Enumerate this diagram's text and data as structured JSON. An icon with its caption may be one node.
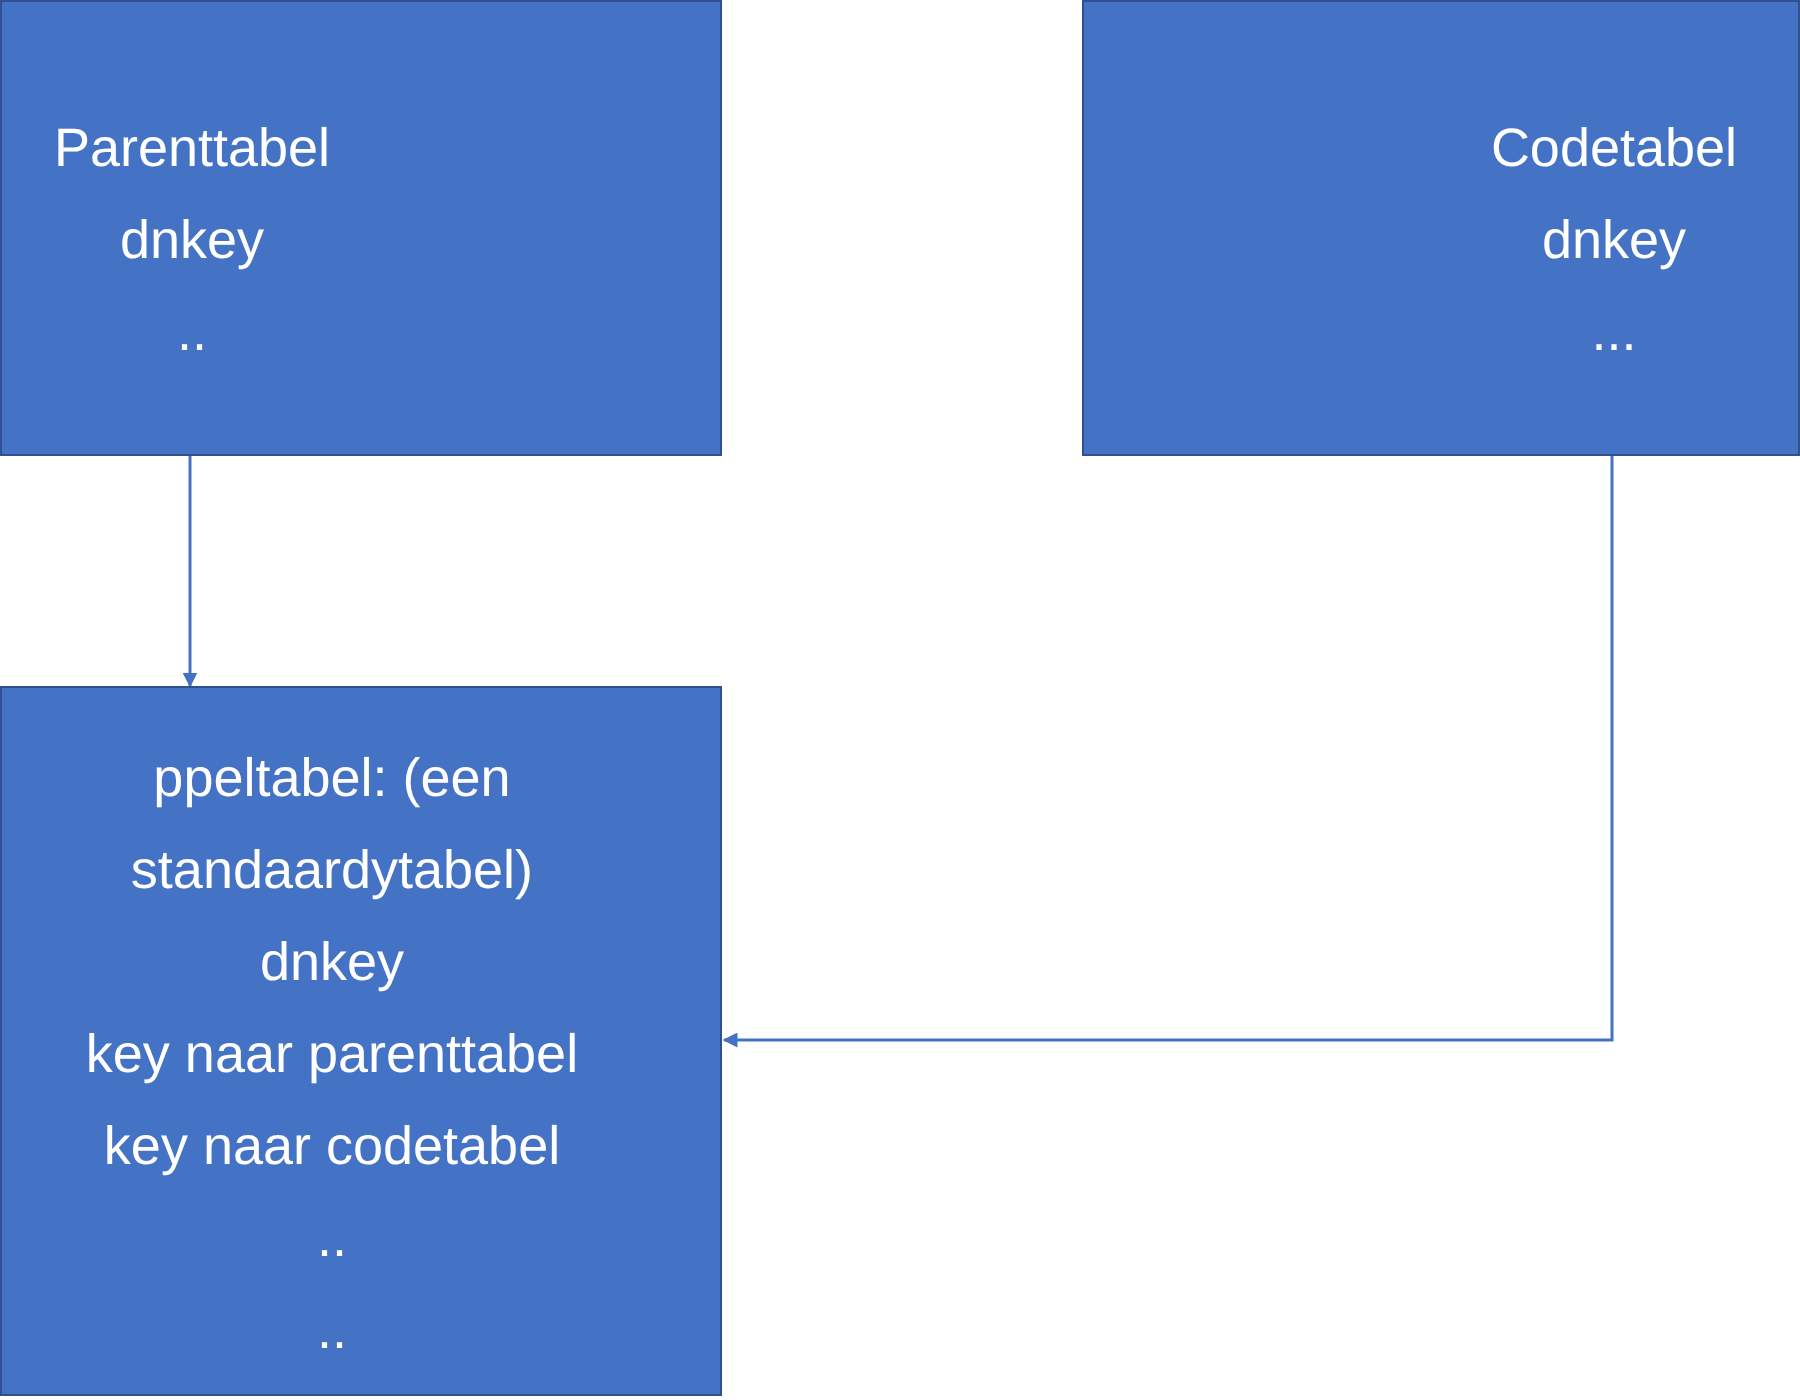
{
  "diagram": {
    "nodes": [
      {
        "text": [
          "Parenttabel",
          "dnkey",
          ".."
        ]
      },
      {
        "text": [
          "Codetabel",
          "dnkey",
          "..."
        ]
      },
      {
        "text": [
          "ppeltabel: (een standaardytabel)",
          "dnkey",
          "key naar parenttabel",
          "key naar codetabel",
          "..",
          ".."
        ]
      }
    ],
    "edges": [
      {
        "from": 0,
        "to": 2,
        "arrow": "to"
      },
      {
        "from": 1,
        "to": 2,
        "arrow": "to"
      }
    ]
  }
}
